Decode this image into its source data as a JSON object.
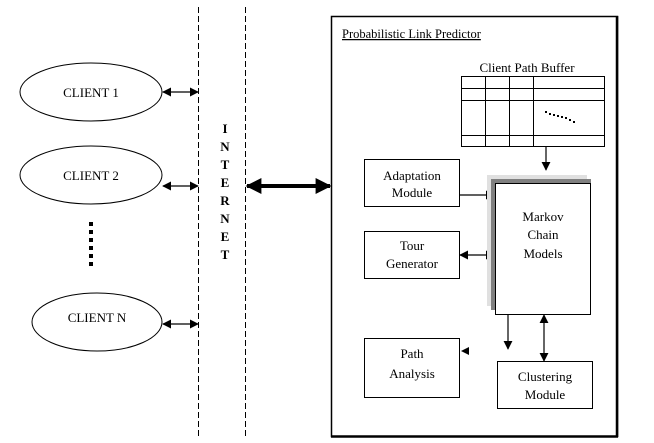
{
  "diagram": {
    "clients": [
      {
        "label": "CLIENT 1"
      },
      {
        "label": "CLIENT 2"
      },
      {
        "label": "CLIENT N"
      }
    ],
    "ellipsis_glyph": "vertical-dotted-line",
    "internet_label": "INTERNET",
    "internet_letters": [
      "I",
      "N",
      "T",
      "E",
      "R",
      "N",
      "E",
      "T"
    ],
    "predictor": {
      "title": "Probabilistic Link Predictor",
      "buffer_title": "Client Path Buffer",
      "modules": {
        "adaptation": [
          "Adaptation",
          "Module"
        ],
        "tour": [
          "Tour",
          "Generator"
        ],
        "markov": [
          "Markov",
          "Chain",
          "Models"
        ],
        "path": [
          "Path",
          "Analysis"
        ],
        "clustering": [
          "Clustering",
          "Module"
        ]
      }
    },
    "colors": {
      "line": "#000000",
      "shadow_dark": "#808080",
      "shadow_light": "#e0e0e0",
      "background": "#ffffff"
    }
  }
}
